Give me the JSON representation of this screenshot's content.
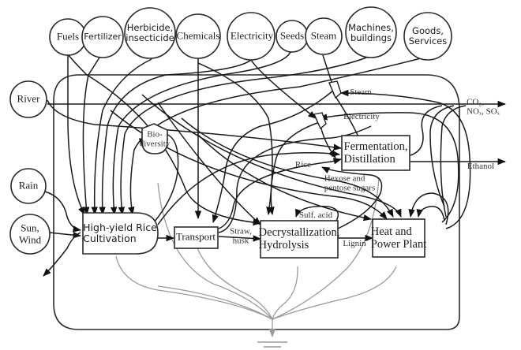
{
  "diagram": {
    "title": "Rice-straw bioethanol system energy and material flow diagram",
    "external_inputs": [
      {
        "id": "fuels",
        "label": "Fuels"
      },
      {
        "id": "fertilizer",
        "label": "Fertilizer"
      },
      {
        "id": "herbicide",
        "label": "Herbicide,\ninsecticide"
      },
      {
        "id": "chemicals",
        "label": "Chemicals"
      },
      {
        "id": "electricity",
        "label": "Electricity"
      },
      {
        "id": "seeds",
        "label": "Seeds"
      },
      {
        "id": "steam",
        "label": "Steam"
      },
      {
        "id": "machines",
        "label": "Machines,\nbuildings"
      },
      {
        "id": "goods",
        "label": "Goods,\nServices"
      }
    ],
    "environmental_inputs": [
      {
        "id": "river",
        "label": "River"
      },
      {
        "id": "rain",
        "label": "Rain"
      },
      {
        "id": "sun_wind",
        "label": "Sun,\nWind"
      }
    ],
    "processes": [
      {
        "id": "cultivation",
        "label": "High-yield Rice\nCultivation"
      },
      {
        "id": "biodiversity",
        "label": "Bio-\ndiversity"
      },
      {
        "id": "transport",
        "label": "Transport"
      },
      {
        "id": "hydrolysis",
        "label": "Decrystallization,\nHydrolysis"
      },
      {
        "id": "fermentation",
        "label": "Fermentation,\nDistillation"
      },
      {
        "id": "power_plant",
        "label": "Heat and\nPower Plant"
      }
    ],
    "flow_labels": {
      "steam": "Steam",
      "electricity": "Electricity",
      "rice": "Rice",
      "sugars": "Hexose and\npentose sugars",
      "sulf_acid": "Sulf. acid",
      "straw": "Straw,\nhusk",
      "lignin": "Lignin"
    },
    "outputs": {
      "emissions": "CO₂,\nNOₓ, SOₓ",
      "ethanol": "Ethanol"
    },
    "sink": "heat-sink-ground"
  }
}
